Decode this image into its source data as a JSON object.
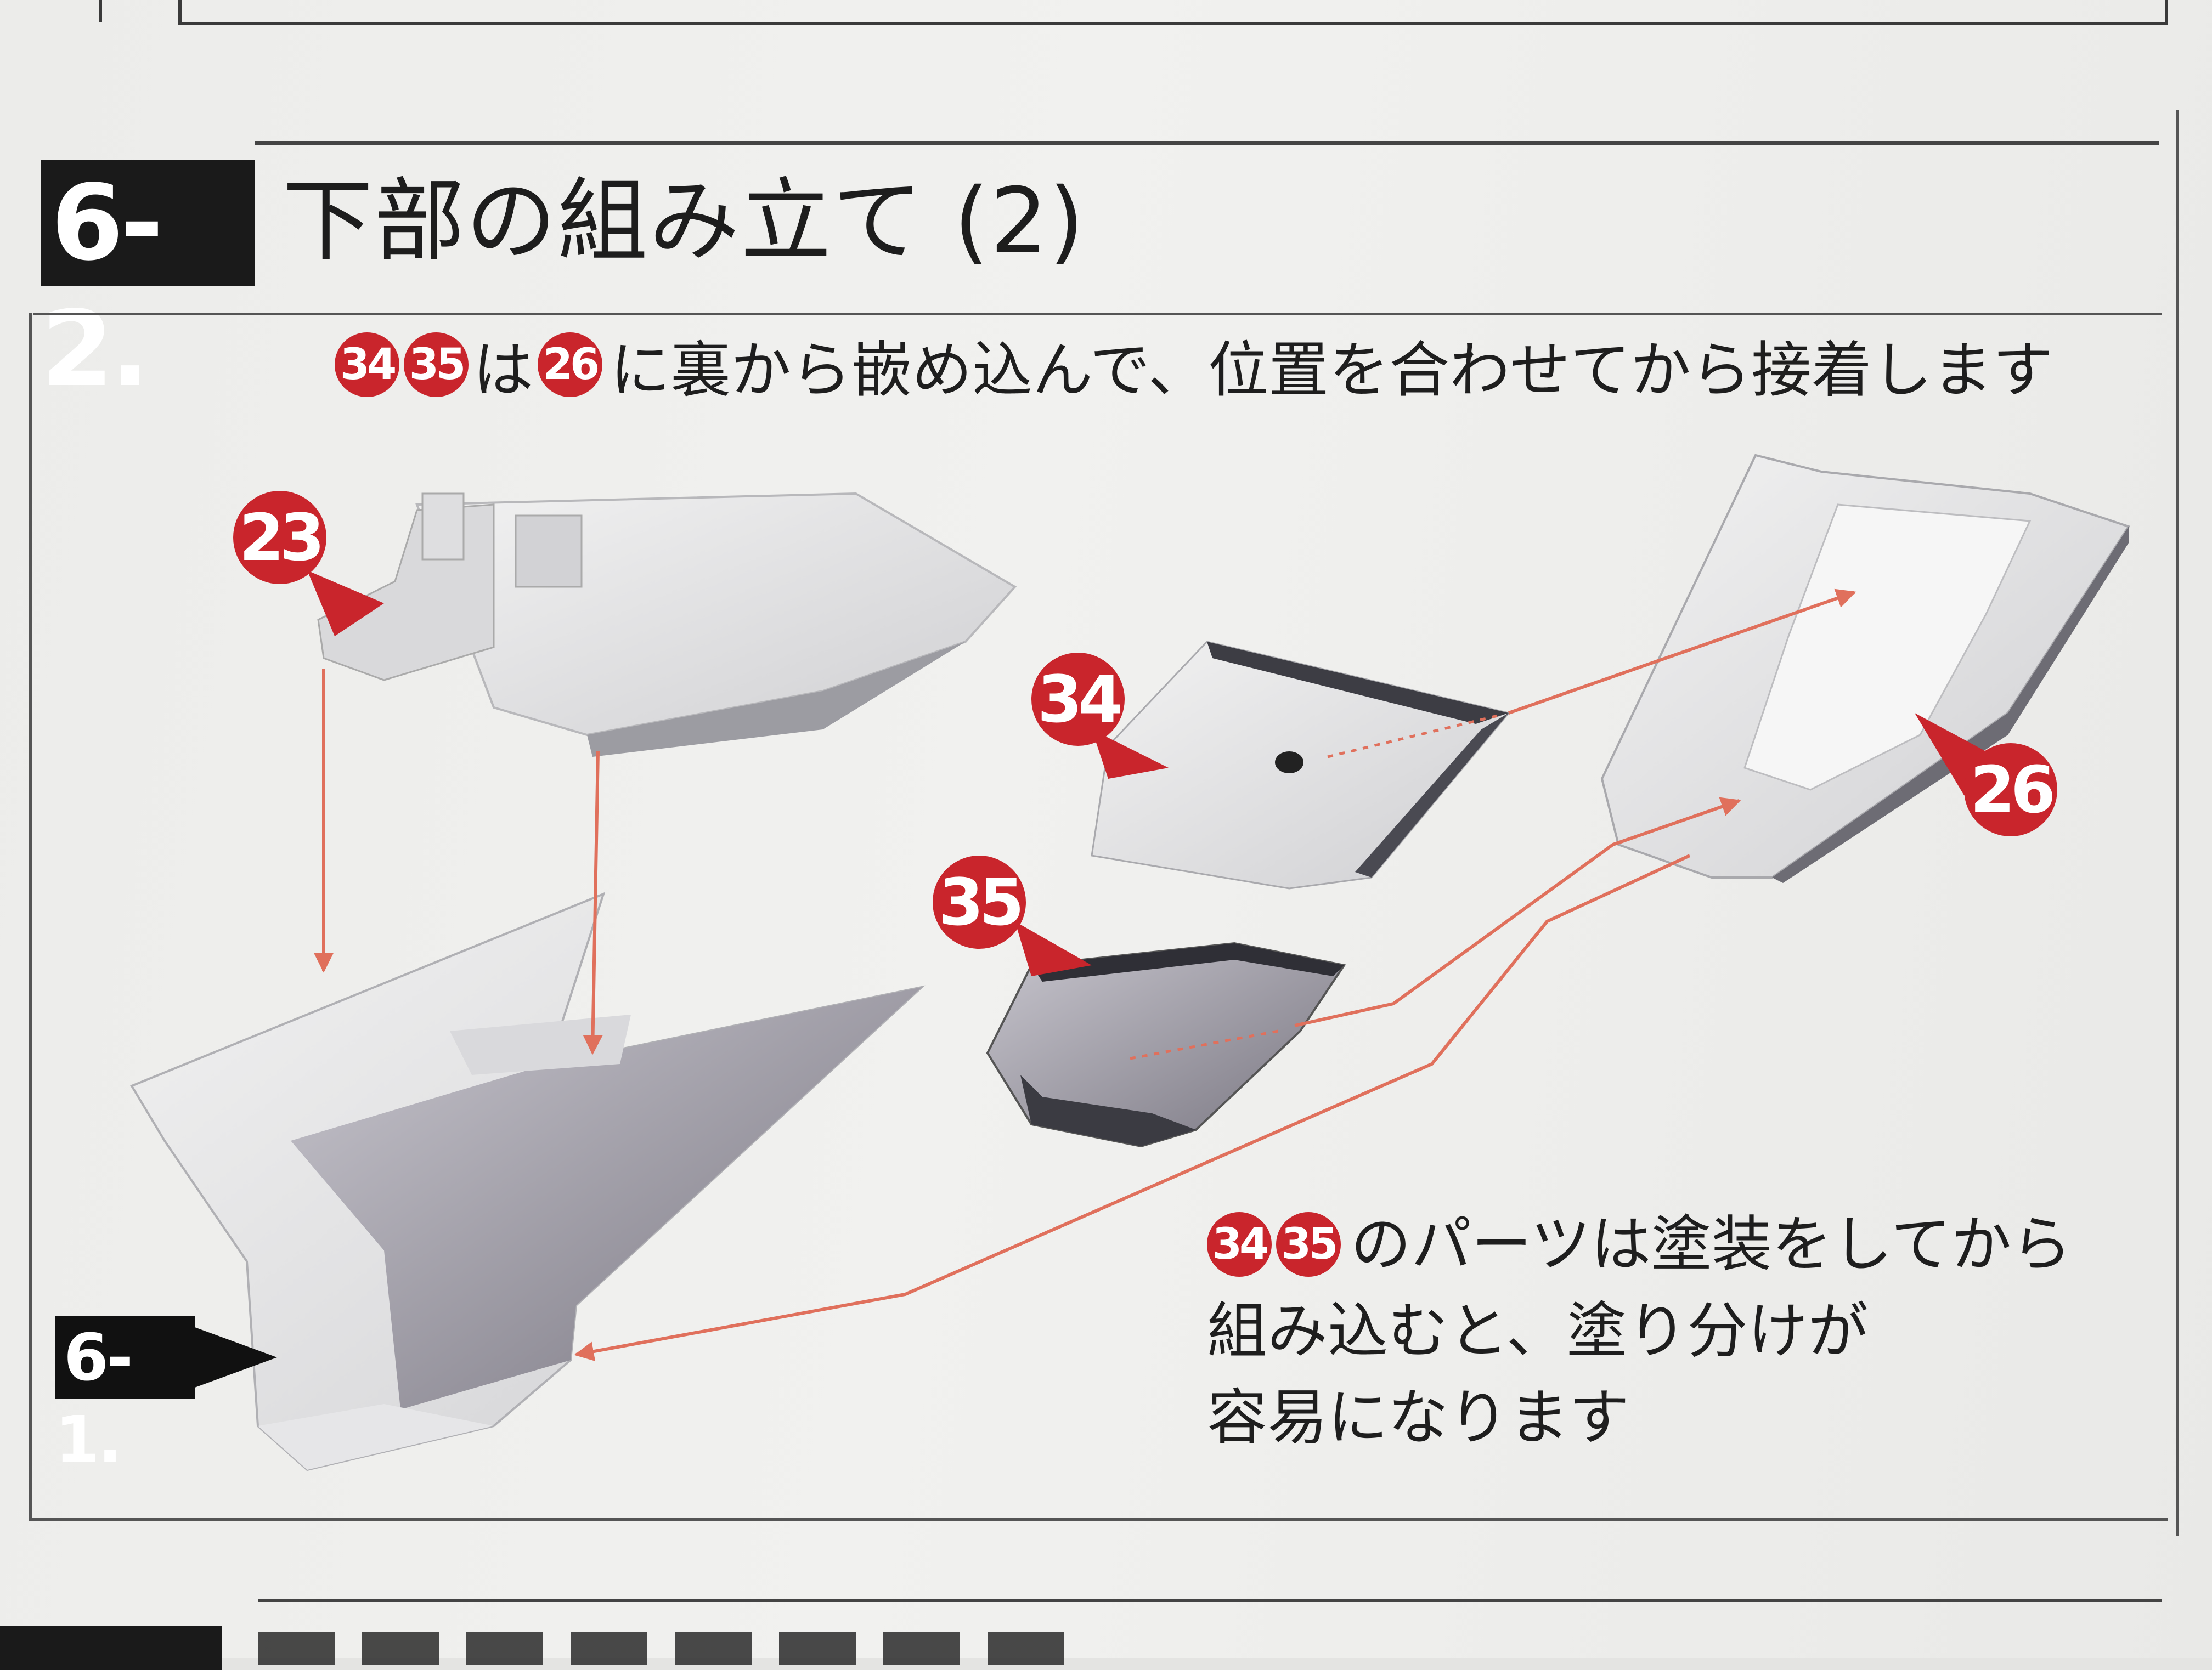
{
  "header": {
    "step_number": "6-2.",
    "step_title": "下部の組み立て (2)"
  },
  "instruction": {
    "part_a": "34",
    "part_b": "35",
    "joiner": "は",
    "part_c": "26",
    "text": "に裏から嵌め込んで、位置を合わせてから接着します"
  },
  "callouts": {
    "p23": "23",
    "p34": "34",
    "p35": "35",
    "p26": "26"
  },
  "reference_tag": "6-1.",
  "note": {
    "part_a": "34",
    "part_b": "35",
    "line1": "のパーツは塗装をしてから",
    "line2": "組み込むと、塗り分けが",
    "line3": "容易になります"
  },
  "colors": {
    "accent_red": "#c9252c",
    "arrow_red": "#e0705c",
    "badge_black": "#1a1a1a"
  }
}
